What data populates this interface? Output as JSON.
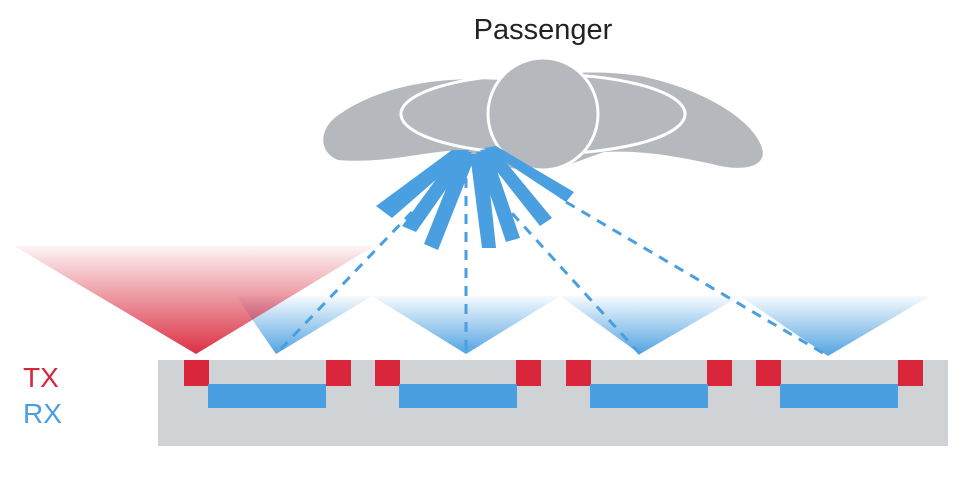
{
  "diagram": {
    "title": "Passenger",
    "legend": {
      "tx_label": "TX",
      "rx_label": "RX"
    },
    "colors": {
      "tx": "#d9263a",
      "rx": "#4a9fe0",
      "passenger": "#b5b9bd",
      "board": "#d0d3d6",
      "text": "#222222"
    },
    "icons": {
      "passenger": "passenger-top-view-icon"
    },
    "sensor_modules": 4
  }
}
